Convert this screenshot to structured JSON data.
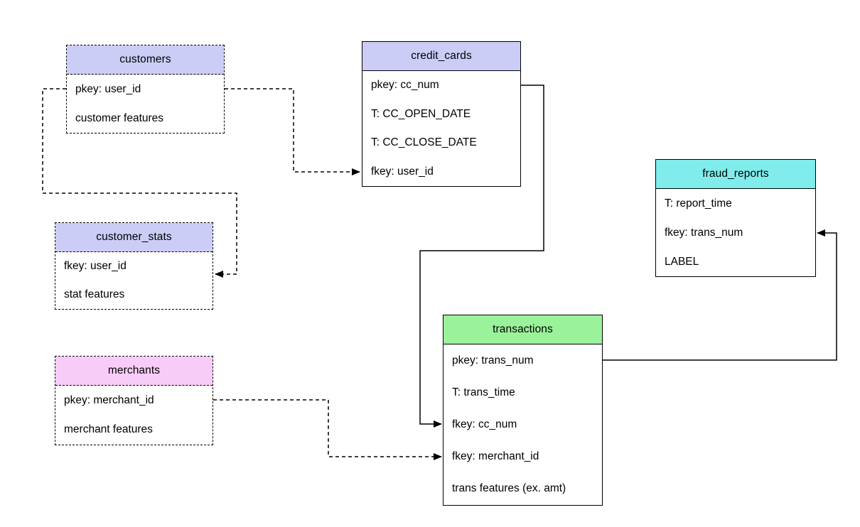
{
  "colors": {
    "lavender_header": "#CBCDF6",
    "pink_header": "#F7CDF7",
    "green_header": "#9AF29A",
    "cyan_header": "#80ECEC",
    "line": "#000000",
    "background": "#FFFFFF"
  },
  "tables": {
    "customers": {
      "title": "customers",
      "header_color": "#CBCDF6",
      "border": "dashed",
      "rows": [
        "pkey: user_id",
        "customer features"
      ]
    },
    "credit_cards": {
      "title": "credit_cards",
      "header_color": "#CBCDF6",
      "border": "solid",
      "rows": [
        "pkey: cc_num",
        "T: CC_OPEN_DATE",
        "T: CC_CLOSE_DATE",
        "fkey: user_id"
      ]
    },
    "customer_stats": {
      "title": "customer_stats",
      "header_color": "#CBCDF6",
      "border": "dashed",
      "rows": [
        "fkey: user_id",
        "stat features"
      ]
    },
    "merchants": {
      "title": "merchants",
      "header_color": "#F7CDF7",
      "border": "dashed",
      "rows": [
        "pkey: merchant_id",
        "merchant features"
      ]
    },
    "transactions": {
      "title": "transactions",
      "header_color": "#9AF29A",
      "border": "solid",
      "rows": [
        "pkey: trans_num",
        "T: trans_time",
        "fkey: cc_num",
        "fkey: merchant_id",
        "trans features (ex. amt)"
      ]
    },
    "fraud_reports": {
      "title": "fraud_reports",
      "header_color": "#80ECEC",
      "border": "solid",
      "rows": [
        "T: report_time",
        "fkey: trans_num",
        "LABEL"
      ]
    }
  },
  "connections": [
    {
      "from": "customers.pkey: user_id",
      "to": "credit_cards.fkey: user_id",
      "style": "dashed",
      "arrow": "filled-triangle"
    },
    {
      "from": "customers.pkey: user_id",
      "to": "customer_stats.fkey: user_id",
      "style": "dashed",
      "arrow": "filled-triangle"
    },
    {
      "from": "credit_cards.pkey: cc_num",
      "to": "transactions.fkey: cc_num",
      "style": "solid",
      "arrow": "filled-triangle"
    },
    {
      "from": "merchants.pkey: merchant_id",
      "to": "transactions.fkey: merchant_id",
      "style": "dashed",
      "arrow": "filled-triangle"
    },
    {
      "from": "transactions.pkey: trans_num",
      "to": "fraud_reports.fkey: trans_num",
      "style": "solid",
      "arrow": "filled-triangle"
    }
  ]
}
